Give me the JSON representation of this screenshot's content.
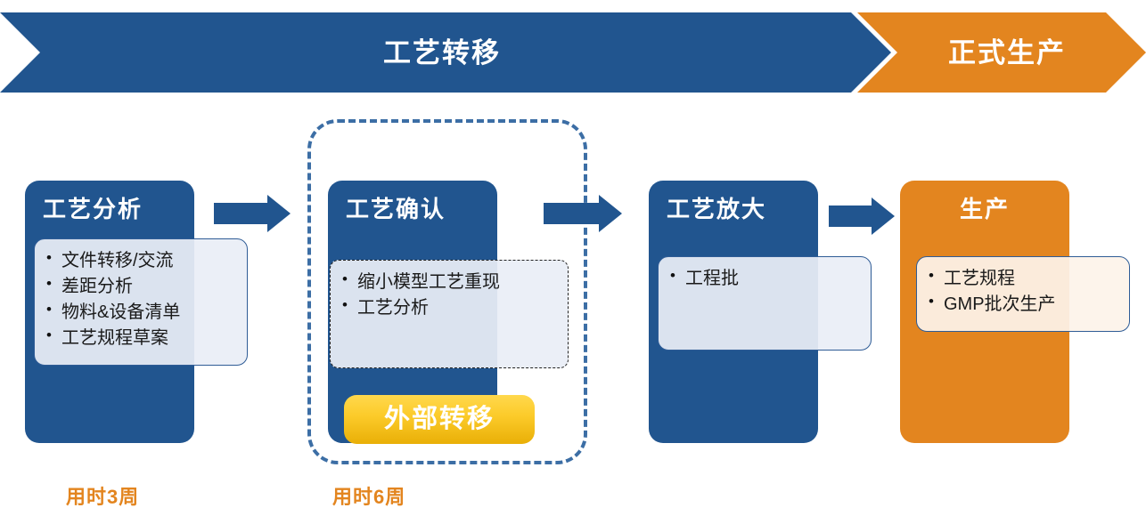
{
  "header": {
    "phases": [
      {
        "label": "工艺转移",
        "color": "#21558F"
      },
      {
        "label": "正式生产",
        "color": "#E3851F"
      }
    ]
  },
  "group": {
    "dashed_border_color": "#3C6EA5"
  },
  "stages": [
    {
      "title": "工艺分析",
      "color": "#21558F",
      "items": [
        "文件转移/交流",
        "差距分析",
        "物料&设备清单",
        "工艺规程草案"
      ]
    },
    {
      "title": "工艺确认",
      "color": "#21558F",
      "items": [
        "缩小模型工艺重现",
        "工艺分析"
      ]
    },
    {
      "title": "工艺放大",
      "color": "#21558F",
      "items": [
        "工程批"
      ]
    },
    {
      "title": "生产",
      "color": "#E3851F",
      "items": [
        "工艺规程",
        "GMP批次生产"
      ]
    }
  ],
  "badge": {
    "label": "外部转移",
    "color": "#FCCB2A"
  },
  "durations": [
    {
      "label": "用时3周",
      "color": "#E3851F"
    },
    {
      "label": "用时6周",
      "color": "#E3851F"
    }
  ]
}
